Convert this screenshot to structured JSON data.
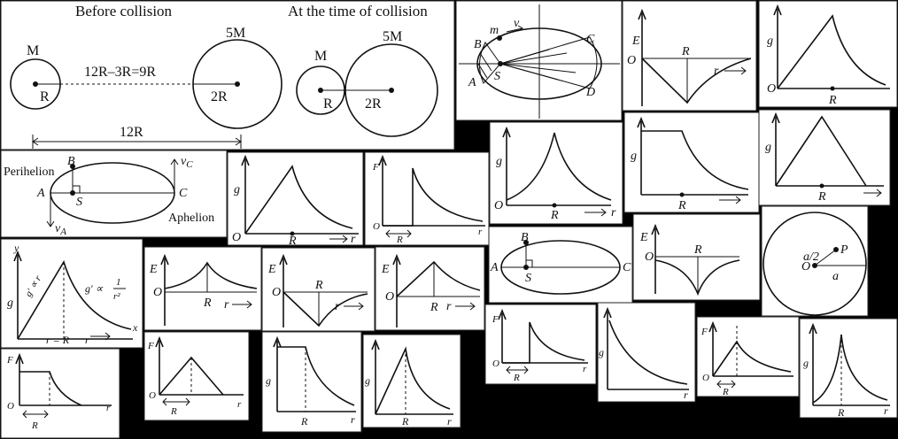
{
  "collision": {
    "before_label": "Before collision",
    "at_label": "At the time of collision",
    "mass_small": "M",
    "mass_big": "5M",
    "radius_small": "R",
    "radius_big": "2R",
    "gap_label": "12R–3R=9R",
    "distance_label": "12R"
  },
  "orbit_areal": {
    "m": "m",
    "v": "v",
    "B": "B",
    "A": "A",
    "S": "S",
    "C": "C",
    "D": "D"
  },
  "orbit_ellipse": {
    "perihelion": "Perihelion",
    "aphelion": "Aphelion",
    "A": "A",
    "B": "B",
    "S": "S",
    "C": "C",
    "vC": "v",
    "vC_sub": "C",
    "vA": "v",
    "vA_sub": "A"
  },
  "ellipse2": {
    "A": "A",
    "B": "B",
    "S": "S",
    "C": "C"
  },
  "sphere": {
    "half_a": "a/2",
    "P": "P",
    "O": "O",
    "a": "a"
  },
  "g_relation": {
    "y": "y",
    "g": "g",
    "g_lin": "g′ ∝ r",
    "g_inv": "g′ ∝",
    "g_inv_num": "1",
    "g_inv_den": "r²",
    "rR": "r = R",
    "r": "r",
    "x": "x"
  },
  "labels": {
    "g": "g",
    "E": "E",
    "F": "F",
    "O": "O",
    "R": "R",
    "r": "r"
  }
}
